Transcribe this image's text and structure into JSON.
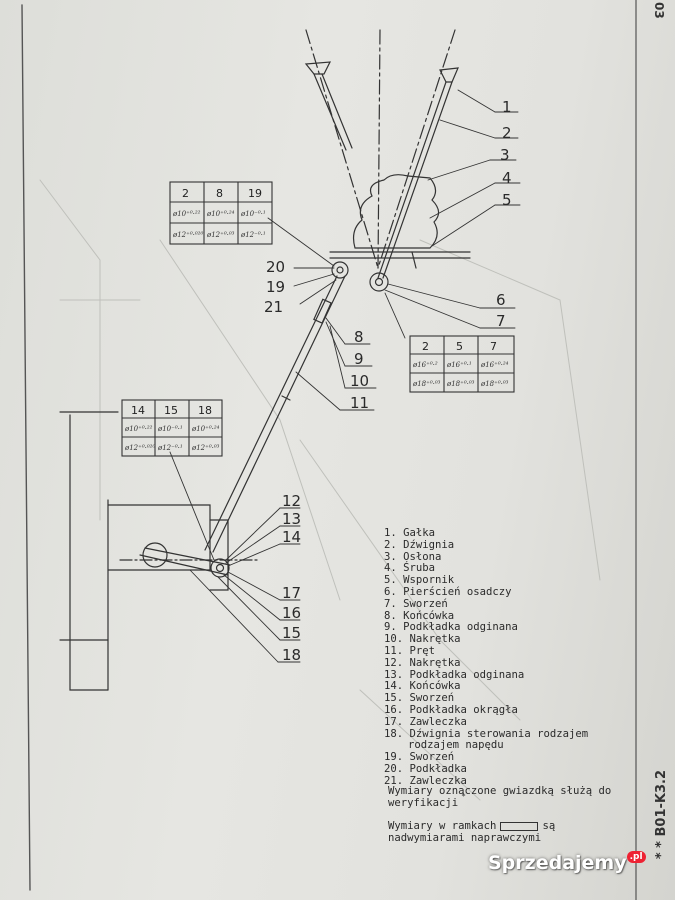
{
  "page_number": "03",
  "side_code": "* * B01-K3.2",
  "watermark": {
    "text": "Sprzedajemy",
    "suffix": ".pl"
  },
  "callouts": [
    "1",
    "2",
    "3",
    "4",
    "5",
    "6",
    "7",
    "8",
    "9",
    "10",
    "11",
    "12",
    "13",
    "14",
    "15",
    "16",
    "17",
    "18",
    "19",
    "20",
    "21"
  ],
  "tables": [
    {
      "headers": [
        "2",
        "8",
        "19"
      ],
      "row1": [
        "ø10⁺⁰·²²",
        "ø10⁺⁰·²⁴",
        "ø10⁻⁰·¹"
      ],
      "row2": [
        "ø12⁺⁰·⁰²⁰",
        "ø12⁺⁰·⁰³",
        "ø12⁻⁰·¹"
      ]
    },
    {
      "headers": [
        "2",
        "5",
        "7"
      ],
      "row1": [
        "ø16⁺⁰·²",
        "ø16⁺⁰·¹",
        "ø16⁺⁰·²⁴"
      ],
      "row2": [
        "ø18⁺⁰·⁰³",
        "ø18⁺⁰·⁰³",
        "ø18⁺⁰·⁰³"
      ]
    },
    {
      "headers": [
        "14",
        "15",
        "18"
      ],
      "row1": [
        "ø10⁺⁰·²²",
        "ø10⁻⁰·¹",
        "ø10⁺⁰·²⁴"
      ],
      "row2": [
        "ø12⁺⁰·⁰²⁰",
        "ø12⁻⁰·¹",
        "ø12⁺⁰·⁰³"
      ]
    }
  ],
  "legend": [
    "1. Gałka",
    "2. Dźwignia",
    "3. Osłona",
    "4. Śruba",
    "5. Wspornik",
    "6. Pierścień osadczy",
    "7. Sworzeń",
    "8. Końcówka",
    "9. Podkładka odginana",
    "10. Nakrętka",
    "11. Pręt",
    "12. Nakrętka",
    "13. Podkładka odginana",
    "14. Końcówka",
    "15. Sworzeń",
    "16. Podkładka okrągła",
    "17. Zawleczka",
    "18. Dźwignia sterowania rodzajem rodzajem napędu",
    "19. Sworzeń",
    "20. Podkładka",
    "21. Zawleczka"
  ],
  "notes": {
    "star_note": "Wymiary oznaczone gwiazdką służą do weryfikacji",
    "star_mark": "*",
    "frame_note_a": "Wymiary w ramkach",
    "frame_note_b": "są nadwymiarami naprawczymi"
  },
  "colors": {
    "ink": "#2a2a2a",
    "paper": "#e3e3df"
  }
}
